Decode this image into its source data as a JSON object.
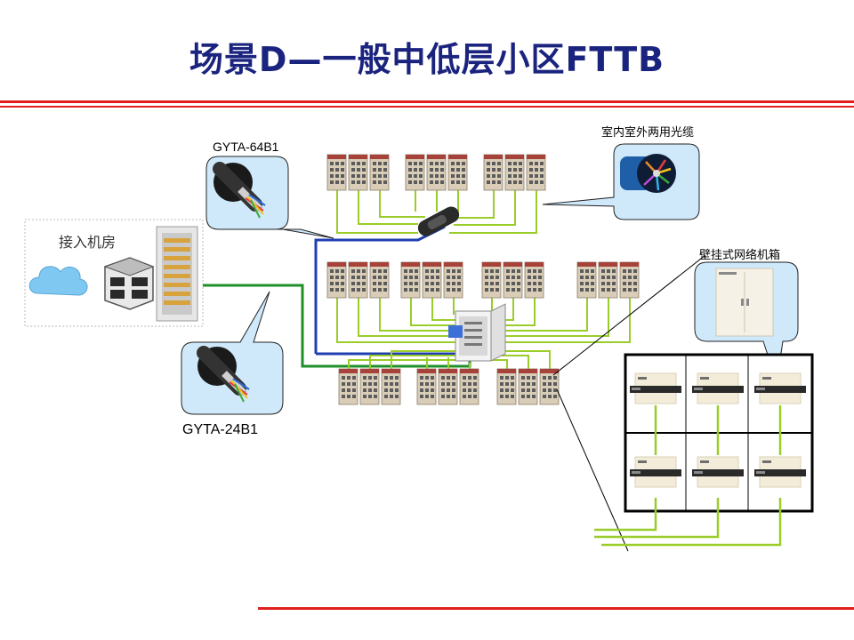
{
  "title": "场景D—一般中低层小区FTTB",
  "labels": {
    "cable_64": "GYTA-64B1",
    "cable_24": "GYTA-24B1",
    "indoor_outdoor_cable": "室内室外两用光缆",
    "wall_cabinet": "壁挂式网络机箱",
    "access_room": "接入机房"
  },
  "colors": {
    "title": "#1a237e",
    "red_rule": "#e01e1e",
    "feeder_blue": "#1f3fb0",
    "feeder_green": "#1f8f2a",
    "drop_yellow_green": "#9bcd2a",
    "callout_fill": "#cfe9fb"
  },
  "icons": [
    "cloud-icon",
    "server-icon",
    "odf-rack-icon",
    "building-icon",
    "splice-closure-icon",
    "fiber-cabinet-icon",
    "switch-icon",
    "cable-cross-section-icon",
    "wall-cabinet-icon"
  ]
}
